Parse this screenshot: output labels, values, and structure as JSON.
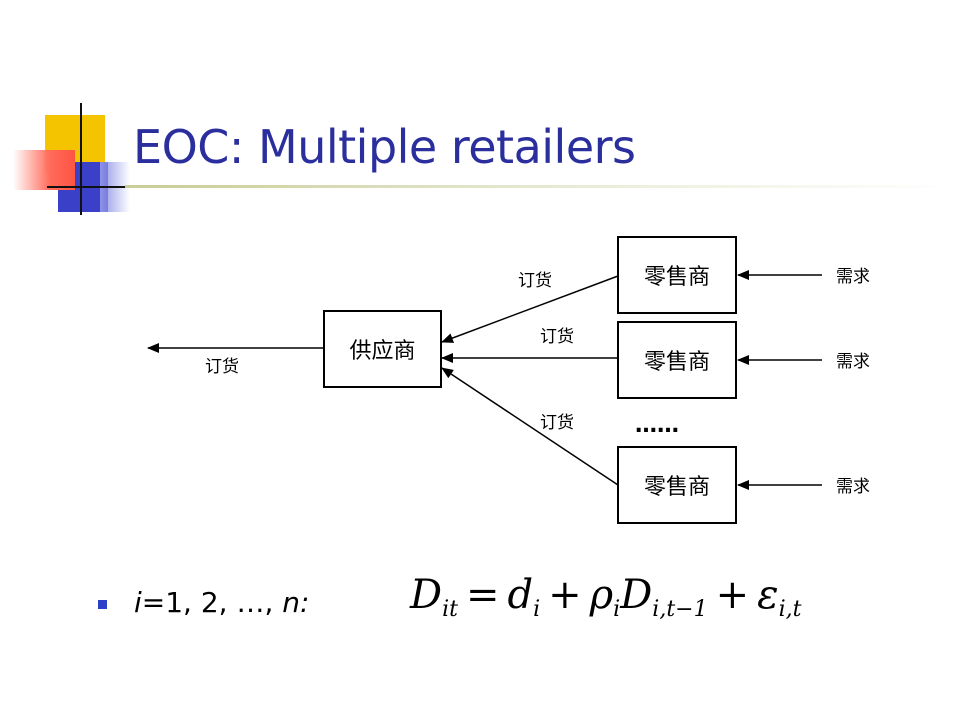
{
  "slide": {
    "title": "EOC: Multiple retailers"
  },
  "diagram": {
    "supplier_label": "供应商",
    "retailer_labels": [
      "零售商",
      "零售商",
      "零售商"
    ],
    "order_label": "订货",
    "demand_label": "需求",
    "ellipsis": "……"
  },
  "bullet": {
    "var_i": "i",
    "range_text": "=1, 2, …, ",
    "var_n": "n:"
  },
  "formula": {
    "lhs": "D",
    "lhs_sub": "it",
    "eq": "=",
    "d": "d",
    "d_sub": "i",
    "plus1": "+",
    "rho": "ρ",
    "rho_sub": "i",
    "D2": "D",
    "D2_sub": "i,t−1",
    "plus2": "+",
    "eps": "ε",
    "eps_sub": "i,t"
  },
  "colors": {
    "title": "#2b2f9e",
    "bullet": "#2b3fc8"
  }
}
